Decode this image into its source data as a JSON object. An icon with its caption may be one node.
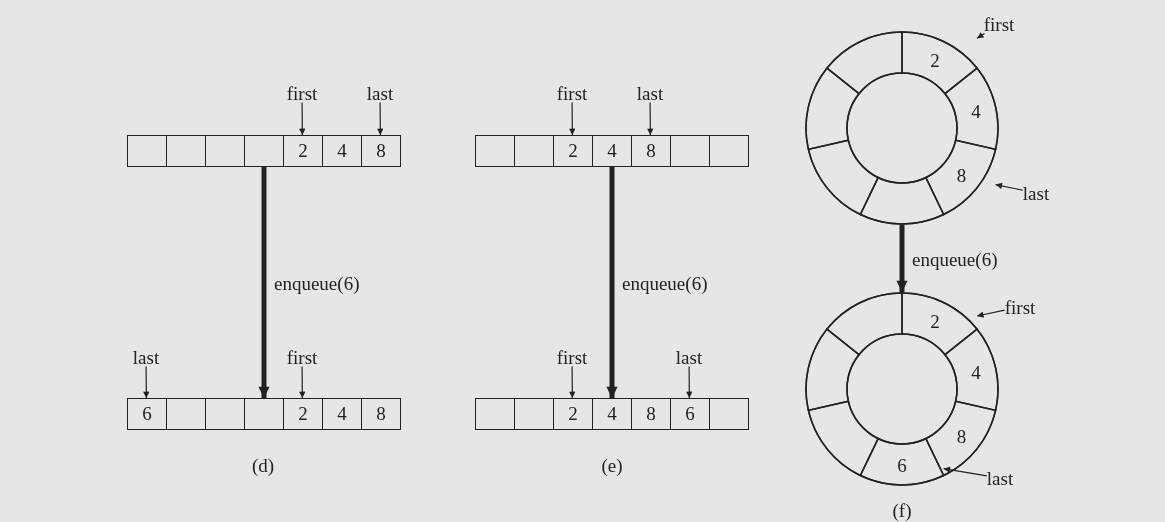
{
  "diagram": {
    "nodes": [
      {
        "text": [
          "first"
        ]
      },
      {
        "text": [
          "last"
        ]
      },
      {
        "text": [],
        "shape": "bar"
      },
      {
        "text": [],
        "shape": "box",
        "in": 2
      },
      {
        "text": [],
        "shape": "box",
        "in": 2
      },
      {
        "text": [],
        "shape": "box",
        "in": 2
      },
      {
        "text": [],
        "shape": "box",
        "in": 2
      },
      {
        "text": [
          "2"
        ],
        "in": 2
      },
      {
        "text": [
          "4"
        ],
        "in": 2
      },
      {
        "text": [
          "8"
        ],
        "in": 2
      },
      {
        "text": [
          "first"
        ]
      },
      {
        "text": [
          "last"
        ]
      },
      {
        "text": [],
        "shape": "bar"
      },
      {
        "text": [],
        "shape": "box",
        "in": 12
      },
      {
        "text": [],
        "shape": "box",
        "in": 12
      },
      {
        "text": [
          "2"
        ],
        "in": 12
      },
      {
        "text": [
          "4"
        ],
        "in": 12
      },
      {
        "text": [
          "8"
        ],
        "in": 12
      },
      {
        "text": [],
        "shape": "box",
        "in": 12
      },
      {
        "text": [],
        "shape": "box",
        "in": 12
      },
      {
        "text": [],
        "shape": "circle"
      },
      {
        "text": [
          "2"
        ],
        "in": 20
      },
      {
        "text": [
          "4"
        ],
        "in": 20
      },
      {
        "text": [
          "8"
        ],
        "in": 20
      },
      {
        "text": [],
        "shape": "sector",
        "in": 20
      },
      {
        "text": [],
        "shape": "sector",
        "in": 20
      },
      {
        "text": [],
        "shape": "sector",
        "in": 20
      },
      {
        "text": [],
        "shape": "sector",
        "in": 20
      },
      {
        "text": [
          "first"
        ]
      },
      {
        "text": [
          "last"
        ]
      },
      {
        "text": [
          "last"
        ]
      },
      {
        "text": [
          "first"
        ]
      },
      {
        "text": [],
        "shape": "bar"
      },
      {
        "text": [
          "6"
        ],
        "in": 32
      },
      {
        "text": [],
        "shape": "box",
        "in": 32
      },
      {
        "text": [],
        "shape": "box",
        "in": 32
      },
      {
        "text": [],
        "shape": "box",
        "in": 32
      },
      {
        "text": [
          "2"
        ],
        "in": 32
      },
      {
        "text": [
          "4"
        ],
        "in": 32
      },
      {
        "text": [
          "8"
        ],
        "in": 32
      },
      {
        "text": [
          "first"
        ]
      },
      {
        "text": [
          "last"
        ]
      },
      {
        "text": [],
        "shape": "bar"
      },
      {
        "text": [],
        "shape": "box",
        "in": 42
      },
      {
        "text": [],
        "shape": "box",
        "in": 42
      },
      {
        "text": [
          "2"
        ],
        "in": 42
      },
      {
        "text": [
          "4"
        ],
        "in": 42
      },
      {
        "text": [
          "8"
        ],
        "in": 42
      },
      {
        "text": [
          "6"
        ],
        "in": 42
      },
      {
        "text": [],
        "shape": "box",
        "in": 42
      },
      {
        "text": [],
        "shape": "circle"
      },
      {
        "text": [
          "2"
        ],
        "in": 50
      },
      {
        "text": [
          "4"
        ],
        "in": 50
      },
      {
        "text": [
          "8"
        ],
        "in": 50
      },
      {
        "text": [
          "6"
        ],
        "in": 50
      },
      {
        "text": [],
        "shape": "sector",
        "in": 50
      },
      {
        "text": [],
        "shape": "sector",
        "in": 50
      },
      {
        "text": [],
        "shape": "sector",
        "in": 50
      },
      {
        "text": [
          "first"
        ]
      },
      {
        "text": [
          "last"
        ]
      }
    ],
    "edges": [
      {
        "from": 0,
        "to": 7,
        "arrow": "to"
      },
      {
        "from": 1,
        "to": 9,
        "arrow": "to"
      },
      {
        "from": 10,
        "to": 15,
        "arrow": "to"
      },
      {
        "from": 11,
        "to": 17,
        "arrow": "to"
      },
      {
        "from": 28,
        "to": 21,
        "arrow": "to"
      },
      {
        "from": 29,
        "to": 23,
        "arrow": "to"
      },
      {
        "from": 2,
        "to": 32,
        "arrow": "to",
        "label": "enqueue(6)",
        "style": "thick"
      },
      {
        "from": 12,
        "to": 42,
        "arrow": "to",
        "label": "enqueue(6)",
        "style": "thick"
      },
      {
        "from": 20,
        "to": 50,
        "arrow": "to",
        "label": "enqueue(6)",
        "style": "thick"
      },
      {
        "from": 30,
        "to": 33,
        "arrow": "to"
      },
      {
        "from": 31,
        "to": 37,
        "arrow": "to"
      },
      {
        "from": 40,
        "to": 45,
        "arrow": "to"
      },
      {
        "from": 41,
        "to": 48,
        "arrow": "to"
      },
      {
        "from": 58,
        "to": 51,
        "arrow": "to"
      },
      {
        "from": 59,
        "to": 54,
        "arrow": "to"
      }
    ],
    "labels": [
      "(d)",
      "(e)",
      "(f)"
    ]
  }
}
